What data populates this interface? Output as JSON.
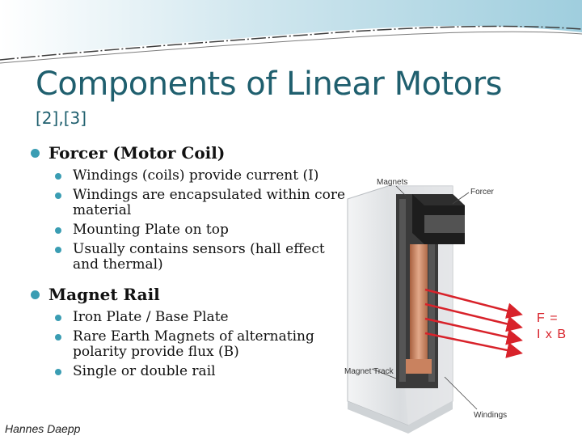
{
  "slide": {
    "title": "Components of Linear Motors",
    "subtitle": "[2],[3]",
    "sections": [
      {
        "heading": "Forcer (Motor Coil)",
        "items": [
          "Windings (coils) provide current (I)",
          "Windings are encapsulated within core material",
          "Mounting Plate on top",
          "Usually contains sensors (hall effect and thermal)"
        ]
      },
      {
        "heading": "Magnet Rail",
        "items": [
          "Iron Plate / Base Plate",
          "Rare Earth Magnets of alternating polarity provide flux (B)",
          "Single or double rail"
        ]
      }
    ],
    "author": "Hannes Daepp"
  },
  "figure": {
    "labels": {
      "magnets": "Magnets",
      "forcer": "Forcer",
      "magnet_track": "Magnet Track",
      "windings": "Windings"
    },
    "formula_line1": "F =",
    "formula_line2": "I x B",
    "colors": {
      "arrow": "#d8222a",
      "coil": "#c9825f",
      "rail": "#e4e6e8",
      "forcer_body": "#1d1d1d"
    }
  }
}
